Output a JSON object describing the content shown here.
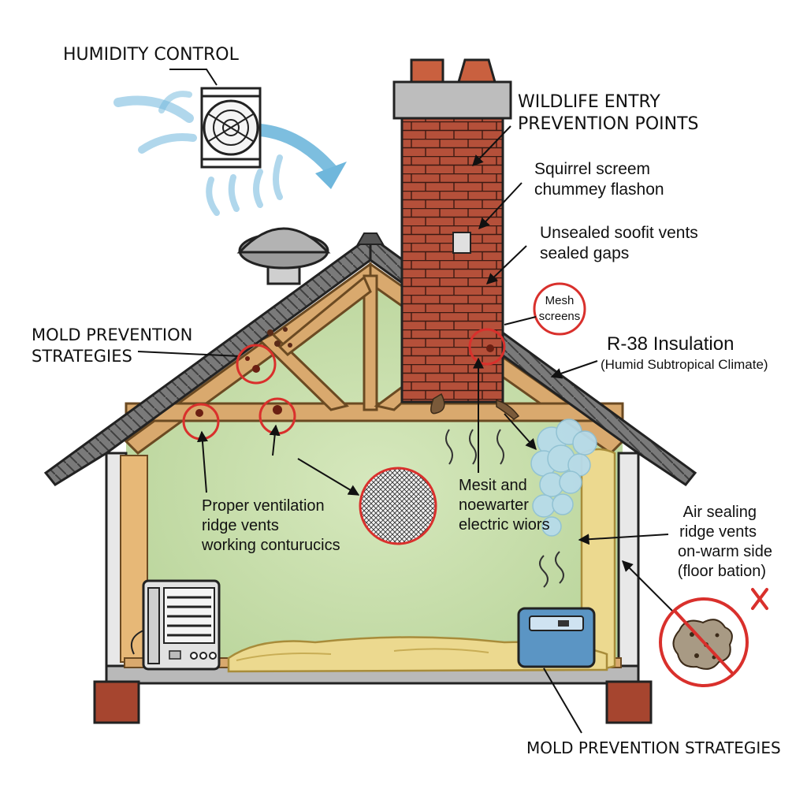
{
  "labels": {
    "humidity_control": "HUMIDITY CONTROL",
    "wildlife_title_1": "WILDLIFE ENTRY",
    "wildlife_title_2": "PREVENTION POINTS",
    "squirrel_1": "Squirrel screem",
    "squirrel_2": "chummey flashon",
    "soffit_1": "Unsealed soofit vents",
    "soffit_2": "sealed gaps",
    "mesh_1": "Mesh",
    "mesh_2": "screens",
    "mold_left_1": "MOLD PREVENTION",
    "mold_left_2": "STRATEGIES",
    "insulation_title": "R-38 Insulation",
    "insulation_sub": "(Humid Subtropical Climate)",
    "ventilation_1": "Proper ventilation",
    "ventilation_2": "ridge vents",
    "ventilation_3": "working conturucics",
    "mesh_wires_1": "Mesit and",
    "mesh_wires_2": "noewarter",
    "mesh_wires_3": "electric wiors",
    "air_sealing_1": "Air sealing",
    "air_sealing_2": "ridge vents",
    "air_sealing_3": "on-warm side",
    "air_sealing_4": "(floor bation)",
    "mold_bottom": "MOLD PREVENTION STRATEGIES"
  },
  "icons": [
    "attic-fan-icon",
    "airflow-arrow-icon",
    "roof-turbine-vent-icon",
    "brick-chimney-icon",
    "mold-spot-marker-icon",
    "mesh-screen-icon",
    "dehumidifier-icon",
    "humidifier-icon",
    "fiberglass-insulation-icon",
    "mold-prohibited-icon",
    "red-x-icon"
  ],
  "colors": {
    "attic_green": "#c9ddb0",
    "brick": "#b5503a",
    "wood": "#d9a96e",
    "insulation": "#ecd98f",
    "marker_red": "#d9302c",
    "airflow_blue": "#6fb7dc",
    "roof_gray": "#6b6b6b"
  }
}
